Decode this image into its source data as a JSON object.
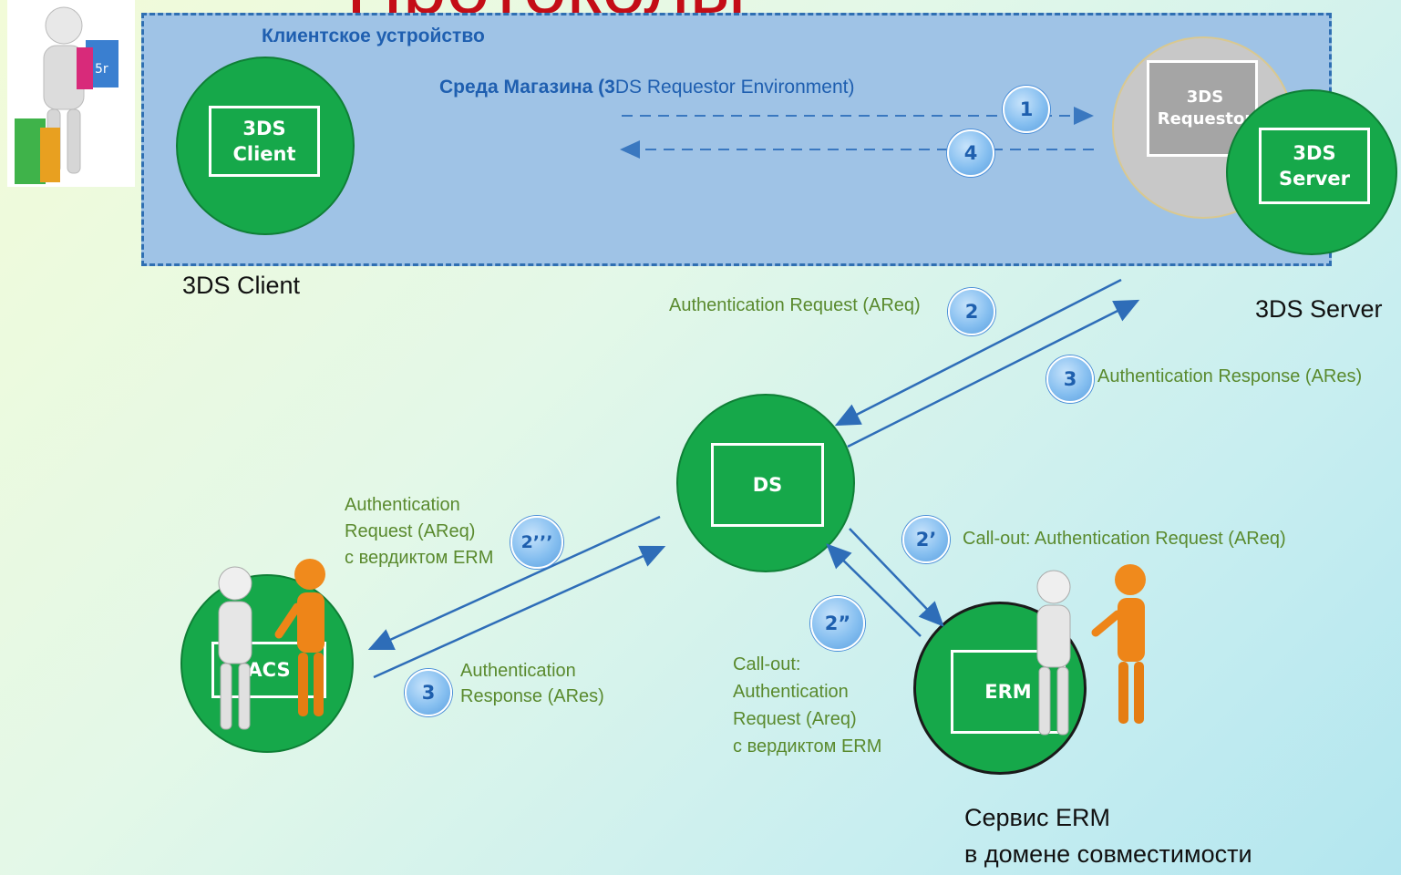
{
  "title": "Протоколы",
  "environment": {
    "client_device_label": "Клиентское устройство",
    "merchant_env_prefix": "Среда Магазина (3",
    "merchant_env_suffix": "DS Requestor Environment)"
  },
  "nodes": {
    "client": {
      "line1": "3DS",
      "line2": "Client",
      "caption": "3DS Client"
    },
    "requestor": {
      "line1": "3DS",
      "line2": "Requestor"
    },
    "server": {
      "line1": "3DS",
      "line2": "Server",
      "caption": "3DS Server"
    },
    "ds": {
      "label": "DS"
    },
    "acs": {
      "label": "ACS"
    },
    "erm": {
      "label": "ERM",
      "caption_line1_a": "Сервис",
      "caption_line1_b": " ERM",
      "caption_line2": "в домене совместимости"
    }
  },
  "steps": [
    {
      "badge": "1"
    },
    {
      "badge": "4"
    },
    {
      "badge": "2",
      "text": "Authentication Request (AReq)"
    },
    {
      "badge": "3",
      "text": "Authentication Response (ARes)"
    },
    {
      "badge": "2’",
      "text": "Call-out: Authentication Request (AReq)"
    },
    {
      "badge": "2”",
      "text_lines": [
        "Call-out:",
        "Authentication",
        "Request (Areq)",
        "с",
        "вердиктом",
        "ERM"
      ]
    },
    {
      "badge": "2’’’",
      "text_lines": [
        "Authentication",
        "Request (AReq)",
        "с",
        "вердиктом",
        "ERM"
      ]
    },
    {
      "badge": "3",
      "text_lines": [
        "Authentication",
        "Response (ARes)"
      ]
    }
  ],
  "colors": {
    "green_circle": "#16a84a",
    "env_fill": "#9fc3e6",
    "dashed_border": "#2f6fb2",
    "title_red": "#c40d16",
    "green_label": "#5a8a2e"
  }
}
